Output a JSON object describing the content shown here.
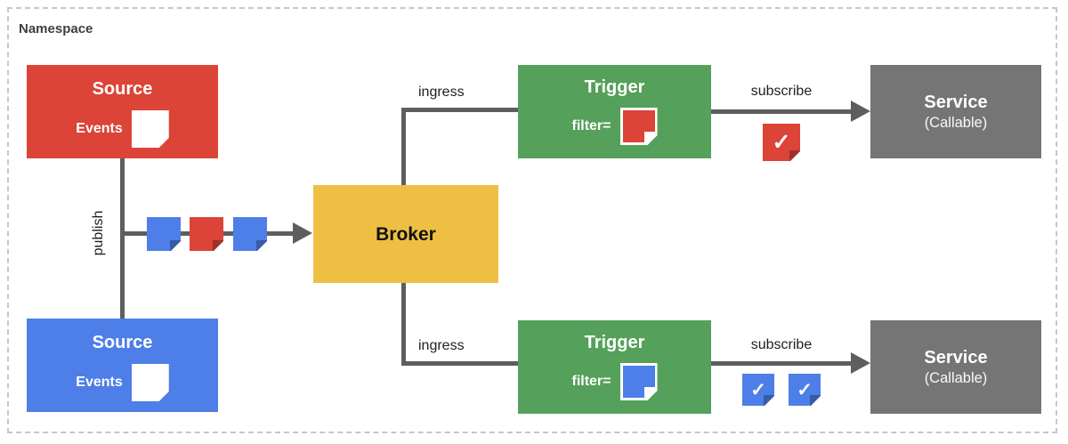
{
  "namespace": {
    "label": "Namespace"
  },
  "nodes": {
    "source_top": {
      "title": "Source",
      "events_label": "Events",
      "color": "#db4437"
    },
    "source_bottom": {
      "title": "Source",
      "events_label": "Events",
      "color": "#4e7ee8"
    },
    "broker": {
      "title": "Broker",
      "color": "#efbf44"
    },
    "trigger_top": {
      "title": "Trigger",
      "filter_label": "filter=",
      "color": "#55a05b",
      "filter_event_color": "#db4437"
    },
    "trigger_bottom": {
      "title": "Trigger",
      "filter_label": "filter=",
      "color": "#55a05b",
      "filter_event_color": "#4e7ee8"
    },
    "service_top": {
      "title": "Service",
      "subtitle": "(Callable)",
      "color": "#757575"
    },
    "service_bottom": {
      "title": "Service",
      "subtitle": "(Callable)",
      "color": "#757575"
    }
  },
  "edges": {
    "publish_label": "publish",
    "ingress_top_label": "ingress",
    "ingress_bottom_label": "ingress",
    "subscribe_top_label": "subscribe",
    "subscribe_bottom_label": "subscribe",
    "line_color": "#5e5e5e"
  },
  "events": {
    "check_glyph": "✓",
    "stream_colors": [
      "#4e7ee8",
      "#db4437",
      "#4e7ee8"
    ],
    "delivered_top_colors": [
      "#db4437"
    ],
    "delivered_bottom_colors": [
      "#4e7ee8",
      "#4e7ee8"
    ]
  }
}
